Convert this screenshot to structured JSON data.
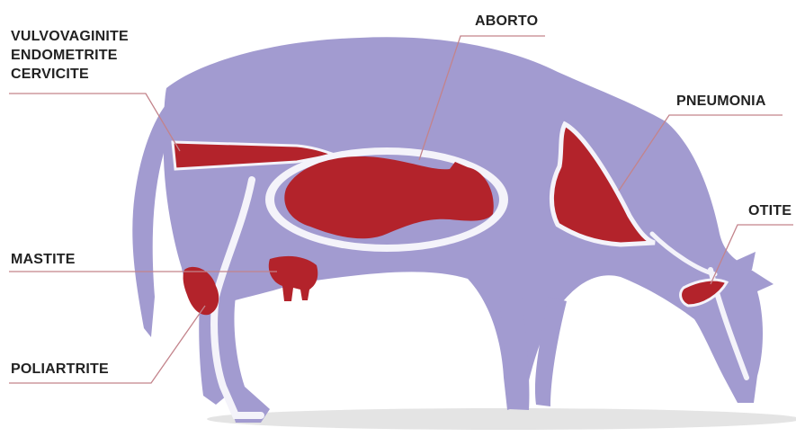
{
  "colors": {
    "body": "#a29bd0",
    "body_highlight": "#f4f3fa",
    "organ": "#b3232b",
    "leader_line": "#c3838b",
    "shadow": "#d8d8d8",
    "text": "#222222"
  },
  "labels": {
    "reproductive": [
      "VULVOVAGINITE",
      "ENDOMETRITE",
      "CERVICITE"
    ],
    "abortion": "ABORTO",
    "pneumonia": "PNEUMONIA",
    "otitis": "OTITE",
    "mastitis": "MASTITE",
    "polyarthritis": "POLIARTRITE"
  }
}
